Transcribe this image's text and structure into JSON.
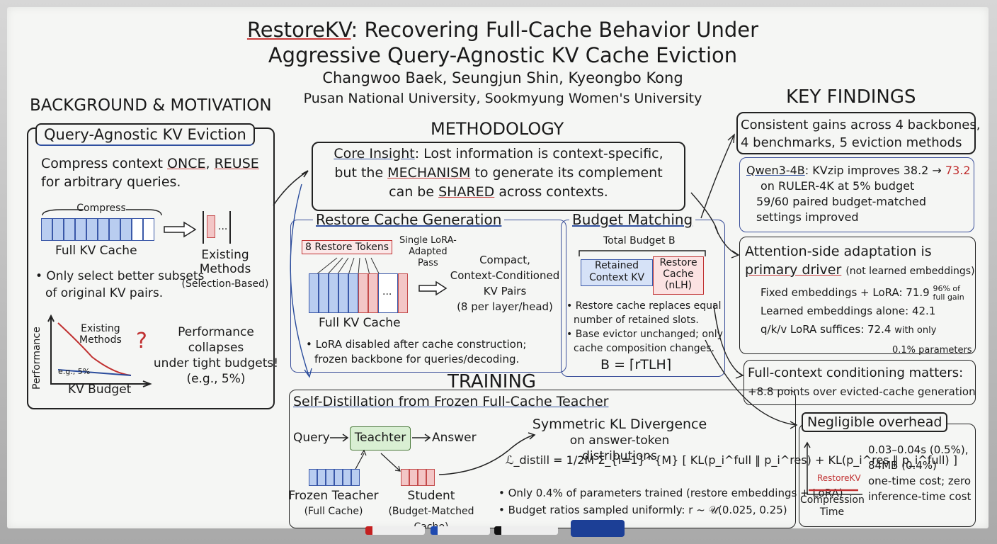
{
  "title": {
    "brand": "RestoreKV",
    "line1_rest": ": Recovering Full-Cache Behavior Under",
    "line2": "Aggressive Query-Agnostic KV Cache Eviction",
    "authors": "Changwoo Baek, Seungjun Shin, Kyeongbo Kong",
    "affiliation": "Pusan National University, Sookmyung Women's University"
  },
  "background": {
    "heading": "BACKGROUND & MOTIVATION",
    "box_title": "Query-Agnostic KV Eviction",
    "compress_pre": "Compress context ",
    "once": "ONCE",
    "comma": ", ",
    "reuse": "REUSE",
    "compress_line2": "for arbitrary queries.",
    "compress_label": "Compress",
    "full_kv": "Full KV Cache",
    "existing_methods": "Existing Methods",
    "selection_based": "(Selection-Based)",
    "bullet1": "• Only select better subsets",
    "bullet2": "of original KV pairs.",
    "y_axis": "Performance",
    "x_axis": "KV Budget",
    "existing_line1": "Existing",
    "existing_line2": "Methods",
    "eg": "e.g., 5%",
    "collapse1": "Performance collapses",
    "collapse2": "under tight budgets!",
    "collapse3": "(e.g., 5%)",
    "qmark": "?"
  },
  "methodology": {
    "heading": "METHODOLOGY",
    "core_insight": "Core Insight",
    "insight1": ": Lost information is context-specific,",
    "insight2_pre": "but the ",
    "mechanism": "MECHANISM",
    "insight2_post": " to generate its complement",
    "insight3_pre": "can be ",
    "shared": "SHARED",
    "insight3_post": " across contexts.",
    "restore_title": "Restore Cache Generation",
    "restore_tokens": "8 Restore Tokens",
    "lora1": "Single LoRA-",
    "lora2": "Adapted",
    "lora3": "Pass",
    "full_kv": "Full KV Cache",
    "compact1": "Compact,",
    "compact2": "Context-Conditioned",
    "compact3": "KV Pairs",
    "compact4": "(8 per layer/head)",
    "restore_b1": "• LoRA disabled after cache construction;",
    "restore_b2": "frozen backbone for queries/decoding.",
    "budget_title": "Budget Matching",
    "total_budget": "Total Budget B",
    "retained1": "Retained",
    "retained2": "Context KV",
    "restore_cache1": "Restore",
    "restore_cache2": "Cache",
    "restore_cache3": "(nLH)",
    "budget_b1a": "• Restore cache replaces equal",
    "budget_b1b": "number of retained slots.",
    "budget_b2a": "• Base evictor unchanged; only",
    "budget_b2b": "cache composition changes.",
    "formula": "B = ⌈rTLH⌉"
  },
  "training": {
    "heading": "TRAINING",
    "subtitle": "Self-Distillation from Frozen Full-Cache Teacher",
    "query": "Query",
    "teacher": "Teachter",
    "answer": "Answer",
    "frozen_teacher": "Frozen Teacher",
    "full_cache": "(Full Cache)",
    "student": "Student",
    "budget_matched": "(Budget-Matched Cache)",
    "skl1": "Symmetric KL Divergence",
    "skl2": "on answer-token distributions",
    "loss": "ℒ_distill = 1/2M Σ_{i=1}^{M} [ KL(p_i^full ‖ p_i^res) + KL(p_i^res ‖ p_i^full) ]",
    "b1": "• Only 0.4% of parameters trained (restore embeddings + LoRA)",
    "b2": "• Budget ratios sampled uniformly: r ~ 𝒰(0.025, 0.25)"
  },
  "findings": {
    "heading": "KEY FINDINGS",
    "f1a": "Consistent gains across 4 backbones,",
    "f1b": "4 benchmarks, 5 eviction methods",
    "qwen": "Qwen3-4B",
    "kvzip": ": KVzip improves 38.2 → ",
    "v732": "73.2",
    "ruler": "on RULER-4K at 5% budget",
    "paired1": "59/60 paired budget-matched",
    "paired2": "settings improved",
    "f2a": "Attention-side adaptation is",
    "primary": "primary driver",
    "not_learned": "(not learned embeddings)",
    "fixed": "Fixed embeddings + LoRA: 71.9",
    "fixed_note1": "96% of",
    "fixed_note2": "full gain",
    "learned": "Learned embeddings alone: 42.1",
    "qkv": "q/k/v LoRA suffices:  72.4",
    "qkv_note1": "with only",
    "qkv_note2": "0.1% parameters",
    "f3a": "Full-context conditioning matters:",
    "f3b": "+8.8 points over evicted-cache generation",
    "f4": "Negligible overhead",
    "restorekv": "RestoreKV",
    "compression1": "Compression",
    "compression2": "Time",
    "o1": "0.03–0.04s (0.5%),",
    "o2": "84MB (0.4%)",
    "o3": "one-time cost; zero",
    "o4": "inference-time cost"
  },
  "colors": {
    "accent_red": "#c03030",
    "accent_blue": "#2a4c9c",
    "green_box": "#d9efd3",
    "board": "#f5f6f4"
  }
}
